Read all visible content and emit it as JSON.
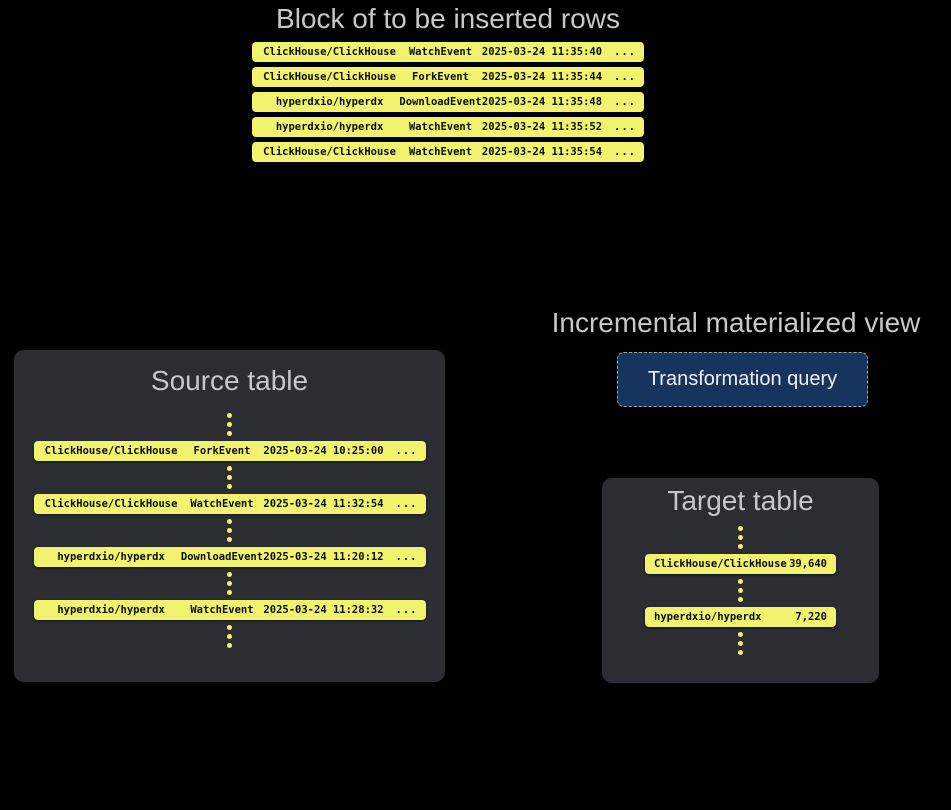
{
  "colors": {
    "background": "#000000",
    "panel": "#2b2d33",
    "row_yellow": "#f1f26e",
    "row_text": "#0c0c0c",
    "title_gray": "#c6c7c9",
    "button_navy": "#17345f",
    "button_border": "#9aa0a8",
    "button_text": "#eef0f3",
    "dot_yellow": "#f1f26e"
  },
  "icons": {
    "vertical_ellipsis": "⋮"
  },
  "insert_block": {
    "title": "Block of to be inserted rows",
    "rows": [
      {
        "repo": "ClickHouse/ClickHouse",
        "event": "WatchEvent",
        "timestamp": "2025-03-24 11:35:40",
        "more": "..."
      },
      {
        "repo": "ClickHouse/ClickHouse",
        "event": "ForkEvent",
        "timestamp": "2025-03-24 11:35:44",
        "more": "..."
      },
      {
        "repo": "hyperdxio/hyperdx",
        "event": "DownloadEvent",
        "timestamp": "2025-03-24 11:35:48",
        "more": "..."
      },
      {
        "repo": "hyperdxio/hyperdx",
        "event": "WatchEvent",
        "timestamp": "2025-03-24 11:35:52",
        "more": "..."
      },
      {
        "repo": "ClickHouse/ClickHouse",
        "event": "WatchEvent",
        "timestamp": "2025-03-24 11:35:54",
        "more": "..."
      }
    ]
  },
  "source_table": {
    "title": "Source table",
    "rows": [
      {
        "repo": "ClickHouse/ClickHouse",
        "event": "ForkEvent",
        "timestamp": "2025-03-24 10:25:00",
        "more": "..."
      },
      {
        "repo": "ClickHouse/ClickHouse",
        "event": "WatchEvent",
        "timestamp": "2025-03-24 11:32:54",
        "more": "..."
      },
      {
        "repo": "hyperdxio/hyperdx",
        "event": "DownloadEvent",
        "timestamp": "2025-03-24 11:20:12",
        "more": "..."
      },
      {
        "repo": "hyperdxio/hyperdx",
        "event": "WatchEvent",
        "timestamp": "2025-03-24 11:28:32",
        "more": "..."
      }
    ]
  },
  "materialized_view": {
    "title": "Incremental materialized view",
    "button_label": "Transformation query"
  },
  "target_table": {
    "title": "Target table",
    "rows": [
      {
        "repo": "ClickHouse/ClickHouse",
        "count": "39,640"
      },
      {
        "repo": "hyperdxio/hyperdx",
        "count": "7,220"
      }
    ]
  }
}
